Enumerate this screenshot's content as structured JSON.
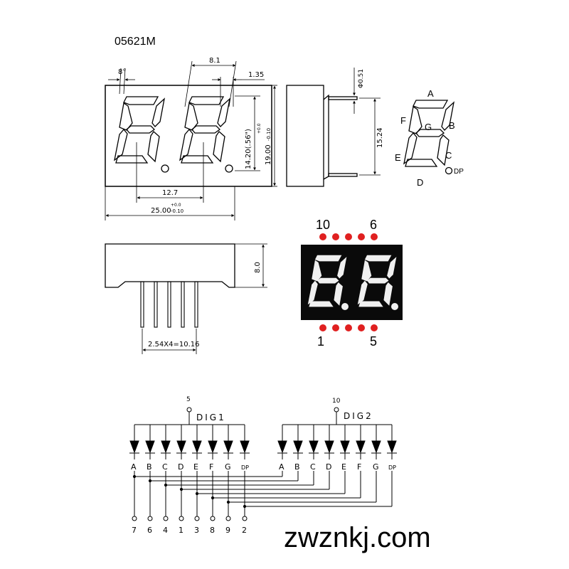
{
  "title": "05621M",
  "front_view": {
    "angle": "8°",
    "pitch": "8.1",
    "slant_offset": "1.35",
    "digit_spacing": "12.7",
    "width_tol_plus": "+0.0",
    "width": "25.00",
    "width_tol_minus": "-0.10",
    "digit_height": "14.20(.56\")",
    "height_tol_plus": "+0.0",
    "height": "19.00",
    "height_tol_minus": "-0.10"
  },
  "side_view": {
    "pin_diameter": "Φ0.51",
    "pin_offset": "15.24"
  },
  "bottom_view": {
    "depth": "8.0",
    "pin_spacing": "2.54X4=10.16"
  },
  "segment_legend": {
    "labels": [
      "A",
      "B",
      "C",
      "D",
      "E",
      "F",
      "G",
      "DP"
    ]
  },
  "photo": {
    "top_pin_left": "10",
    "top_pin_right": "6",
    "bottom_pin_left": "1",
    "bottom_pin_right": "5",
    "led_color": "#e02020"
  },
  "schematic": {
    "dig1_label": "DIG1",
    "dig1_pin": "5",
    "dig2_label": "DIG2",
    "dig2_pin": "10",
    "dig1_segments": [
      "A",
      "B",
      "C",
      "D",
      "E",
      "F",
      "G",
      "DP"
    ],
    "dig2_segments": [
      "A",
      "B",
      "C",
      "D",
      "E",
      "F",
      "G",
      "DP"
    ],
    "segment_pins": [
      "7",
      "6",
      "4",
      "1",
      "3",
      "8",
      "9",
      "2"
    ]
  },
  "watermark": "zwznkj.com"
}
